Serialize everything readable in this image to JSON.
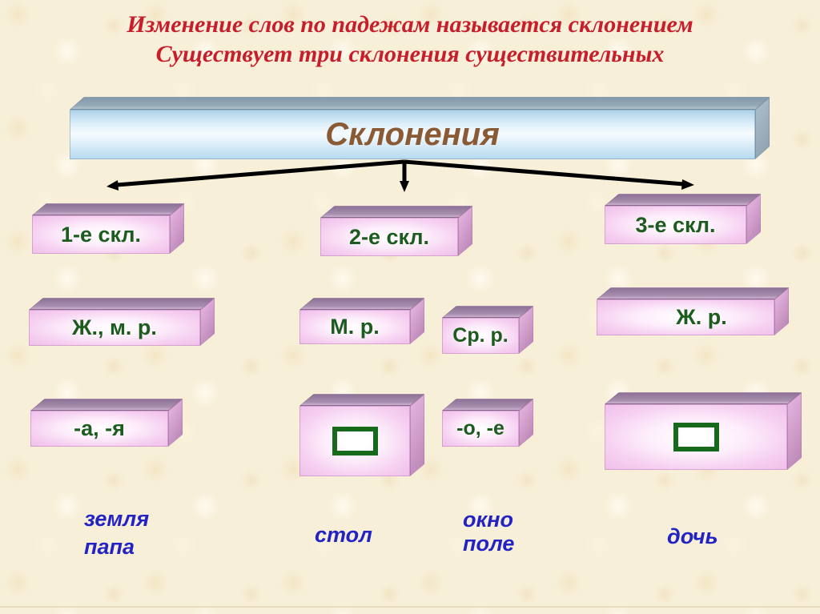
{
  "title": {
    "line1": "Изменение слов по падежам называется склонением",
    "line2": "Существует три склонения существительных",
    "color": "#c81d2b"
  },
  "header": {
    "label": "Склонения",
    "text_color": "#8a5a34",
    "bar_front_color": "#d8ecf9",
    "bar_top_color": "#8fa3b3"
  },
  "declensions": [
    {
      "label": "1-е скл."
    },
    {
      "label": "2-е скл."
    },
    {
      "label": "3-е скл."
    }
  ],
  "genders": {
    "first": "Ж., м. р.",
    "second_masc": "М. р.",
    "second_neut": "Ср. р.",
    "third": "Ж. р."
  },
  "endings": {
    "first": "-а, -я",
    "second_masc_symbol": "zero-ending",
    "second_neut": "-о, -е",
    "third_symbol": "zero-ending"
  },
  "examples": {
    "first_1": "земля",
    "first_2": "папа",
    "second_masc": "стол",
    "second_neut_1": "окно",
    "second_neut_2": "поле",
    "third": "дочь"
  },
  "colors": {
    "background": "#f8efd9",
    "box_pink": "#efc0ea",
    "box_top_purple": "#9d85a5",
    "box_text_green": "#1c5c1f",
    "example_blue": "#2323c3",
    "zero_rect_green": "#17691c",
    "arrow_black": "#000000"
  }
}
